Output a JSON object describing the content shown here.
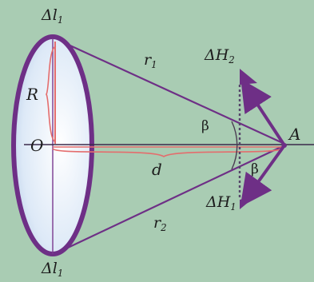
{
  "labels": {
    "delta_l1_top": {
      "main": "Δl",
      "sub": "1"
    },
    "delta_l1_bottom": {
      "main": "Δl",
      "sub": "1"
    },
    "r1": {
      "main": "r",
      "sub": "1"
    },
    "r2": {
      "main": "r",
      "sub": "2"
    },
    "delta_h2": {
      "main": "ΔH",
      "sub": "2"
    },
    "delta_h1": {
      "main": "ΔH",
      "sub": "1"
    },
    "radius": "R",
    "origin": "O",
    "distance": "d",
    "angle_upper": "β",
    "angle_lower": "β",
    "point": "A"
  },
  "colors": {
    "background": "#a9ccb3",
    "ring": "#6e2f86",
    "disk_fill": "#e6f0fb",
    "axis_red": "#e46d6d",
    "text": "#1d1d1d"
  }
}
